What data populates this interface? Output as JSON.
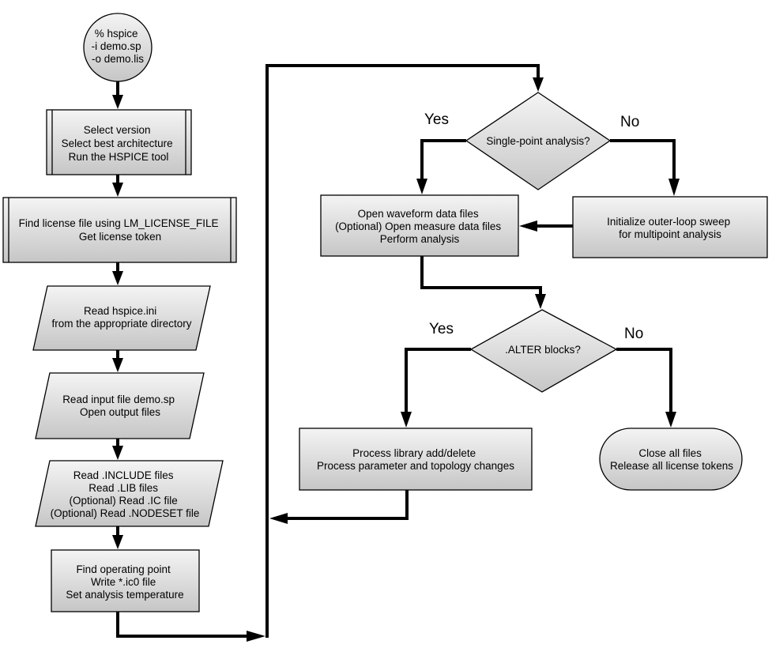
{
  "diagram": {
    "start": [
      "% hspice",
      "-i demo.sp",
      "-o demo.lis"
    ],
    "select_version": [
      "Select version",
      "Select best architecture",
      "Run the HSPICE tool"
    ],
    "license": [
      "Find license file using LM_LICENSE_FILE",
      "Get license token"
    ],
    "read_ini": [
      "Read hspice.ini",
      "from the appropriate directory"
    ],
    "read_input": [
      "Read input file demo.sp",
      "Open output files"
    ],
    "read_include": [
      "Read .INCLUDE files",
      "Read .LIB files",
      "(Optional) Read .IC file",
      "(Optional) Read .NODESET file"
    ],
    "operating_point": [
      "Find operating point",
      "Write *.ic0 file",
      "Set analysis temperature"
    ],
    "single_point": [
      "Single-point analysis?"
    ],
    "single_yes": "Yes",
    "single_no": "No",
    "open_waveform": [
      "Open waveform data files",
      "(Optional) Open measure data files",
      "Perform analysis"
    ],
    "outer_loop": [
      "Initialize outer-loop sweep",
      "for multipoint analysis"
    ],
    "alter": [
      ".ALTER blocks?"
    ],
    "alter_yes": "Yes",
    "alter_no": "No",
    "process_library": [
      "Process library add/delete",
      "Process parameter and topology changes"
    ],
    "close_files": [
      "Close all files",
      "Release all license tokens"
    ]
  }
}
